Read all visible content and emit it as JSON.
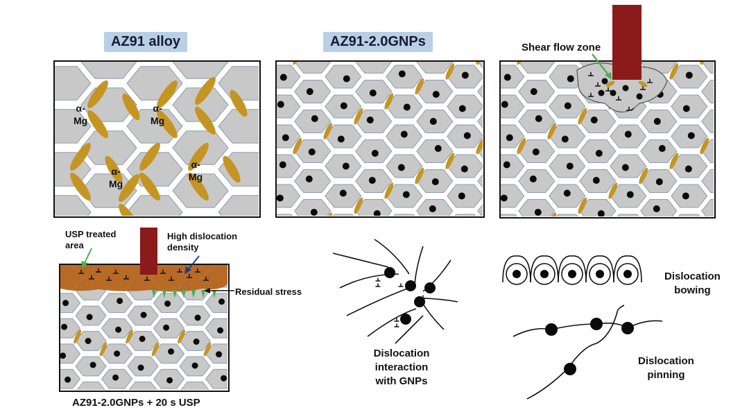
{
  "panels": {
    "az91": {
      "title": "AZ91 alloy",
      "grain_label_lines": [
        "α-",
        "Mg"
      ]
    },
    "gnp": {
      "title": "AZ91-2.0GNPs"
    },
    "shear": {
      "label": "Shear flow zone"
    },
    "usp": {
      "title": "AZ91-2.0GNPs + 20 s USP",
      "treated_area": [
        "USP treated",
        "area"
      ],
      "high_dislocation": [
        "High dislocation",
        "density"
      ],
      "residual_stress": "Residual stress"
    }
  },
  "mechanisms": {
    "interaction": [
      "Dislocation",
      "interaction",
      "with GNPs"
    ],
    "bowing": [
      "Dislocation",
      "bowing"
    ],
    "pinning": [
      "Dislocation",
      "pinning"
    ]
  },
  "colors": {
    "grain_fill": "#c8c8c8",
    "grain_edge": "#8a9bb4",
    "precipitate": "#c49522",
    "treated_layer": "#b5651d",
    "tool": "#8b1a1a",
    "gnp": "#0a0a0a",
    "arrow_green": "#4caf50",
    "arrow_blue": "#1f3a93"
  }
}
